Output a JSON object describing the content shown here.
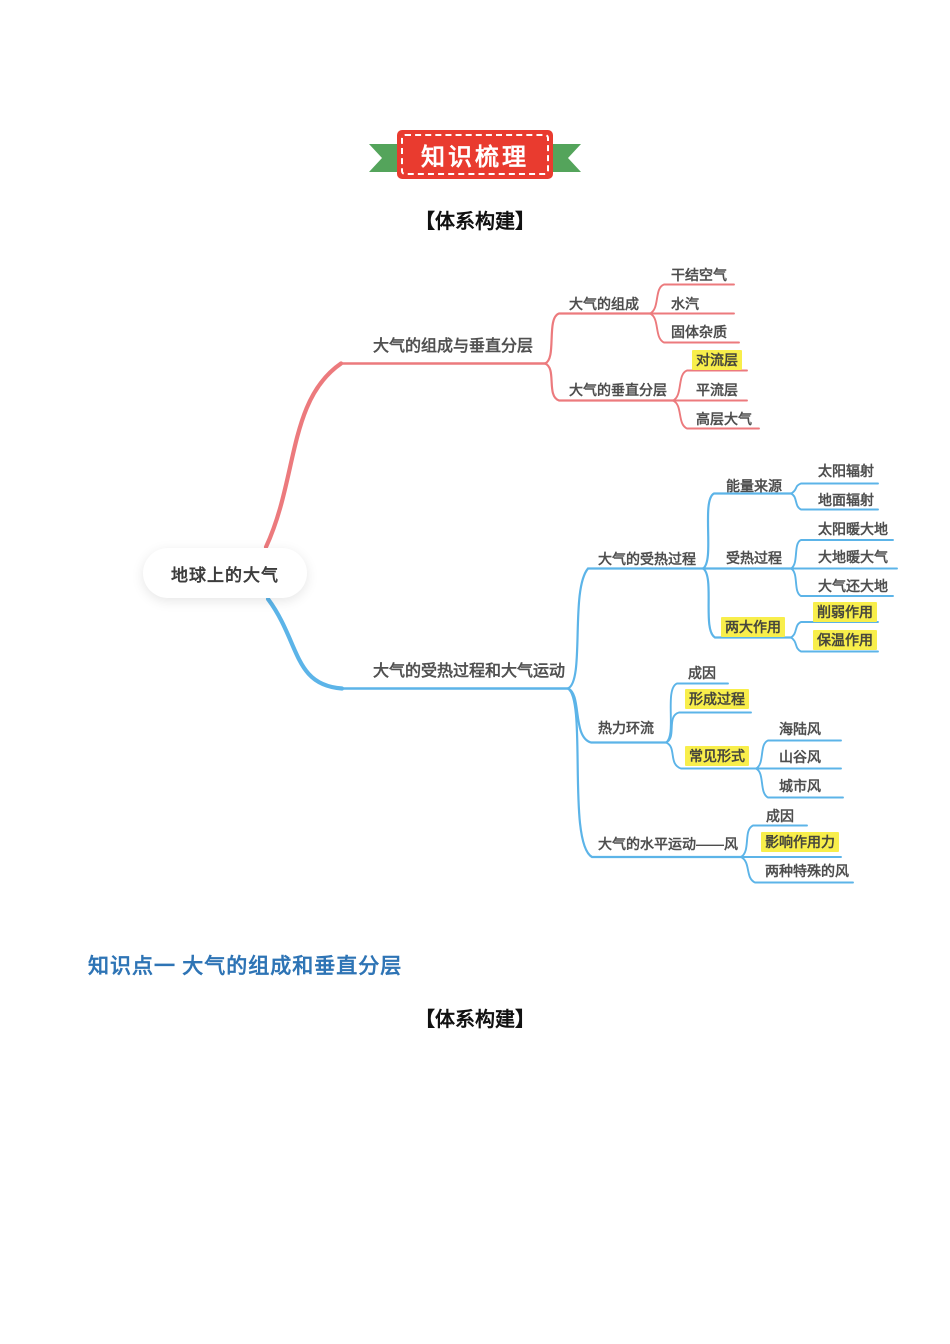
{
  "banner": {
    "title": "知识梳理",
    "red": "#e93b2f",
    "green": "#54a45b"
  },
  "headings": {
    "system_build_1": "【体系构建】",
    "knowledge_point": "知识点一 大气的组成和垂直分层",
    "knowledge_point_color": "#2e74b5",
    "system_build_2": "【体系构建】"
  },
  "mindmap": {
    "root": "地球上的大气",
    "colors": {
      "red_branch": "#ec7a7d",
      "blue_branch": "#5cb4e8",
      "highlight": "#f8ee4b",
      "text": "#4e4e4e"
    },
    "branches": [
      {
        "label": "大气的组成与垂直分层",
        "children": [
          {
            "label": "大气的组成",
            "children": [
              {
                "label": "干结空气"
              },
              {
                "label": "水汽"
              },
              {
                "label": "固体杂质"
              }
            ]
          },
          {
            "label": "大气的垂直分层",
            "children": [
              {
                "label": "对流层",
                "highlight": true
              },
              {
                "label": "平流层"
              },
              {
                "label": "高层大气"
              }
            ]
          }
        ]
      },
      {
        "label": "大气的受热过程和大气运动",
        "children": [
          {
            "label": "大气的受热过程",
            "children": [
              {
                "label": "能量来源",
                "children": [
                  {
                    "label": "太阳辐射"
                  },
                  {
                    "label": "地面辐射"
                  }
                ]
              },
              {
                "label": "受热过程",
                "children": [
                  {
                    "label": "太阳暖大地"
                  },
                  {
                    "label": "大地暖大气"
                  },
                  {
                    "label": "大气还大地"
                  }
                ]
              },
              {
                "label": "两大作用",
                "highlight": true,
                "children": [
                  {
                    "label": "削弱作用",
                    "highlight": true
                  },
                  {
                    "label": "保温作用",
                    "highlight": true
                  }
                ]
              }
            ]
          },
          {
            "label": "热力环流",
            "children": [
              {
                "label": "成因"
              },
              {
                "label": "形成过程",
                "highlight": true
              },
              {
                "label": "常见形式",
                "highlight": true,
                "children": [
                  {
                    "label": "海陆风"
                  },
                  {
                    "label": "山谷风"
                  },
                  {
                    "label": "城市风"
                  }
                ]
              }
            ]
          },
          {
            "label": "大气的水平运动——风",
            "children": [
              {
                "label": "成因"
              },
              {
                "label": "影响作用力",
                "highlight": true
              },
              {
                "label": "两种特殊的风"
              }
            ]
          }
        ]
      }
    ]
  }
}
